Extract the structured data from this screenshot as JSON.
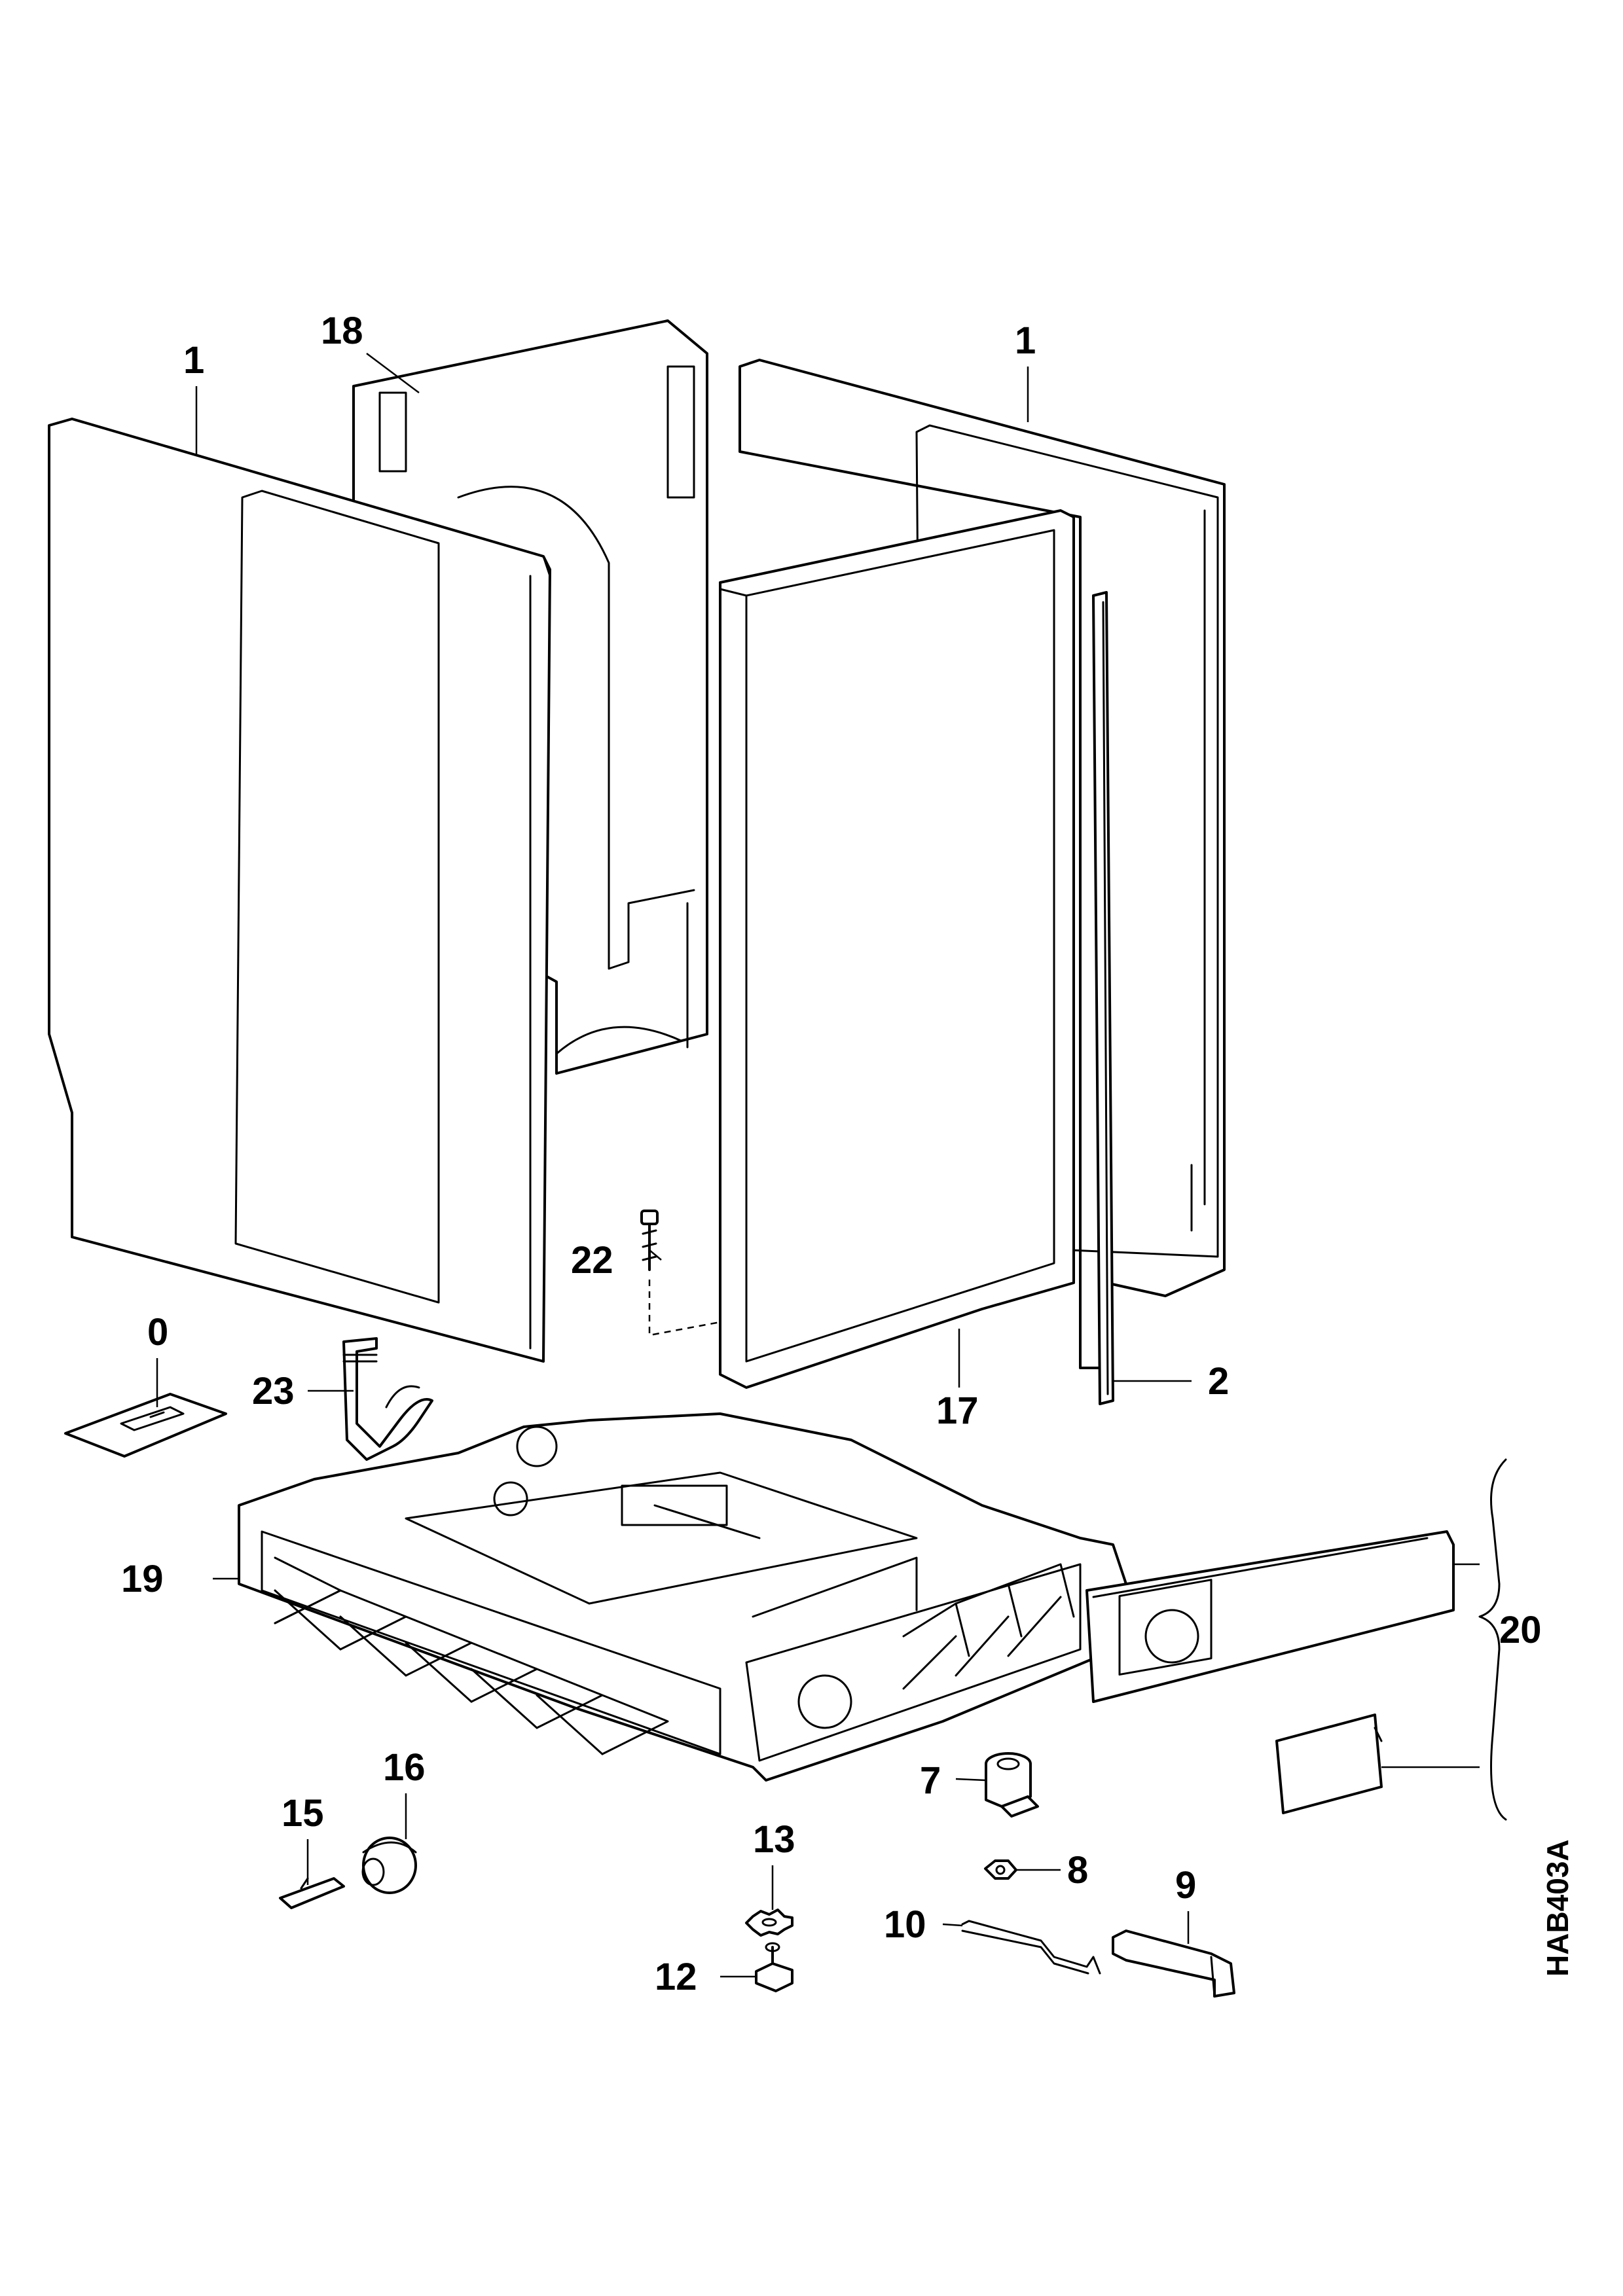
{
  "diagram": {
    "reference_code": "HAB403A",
    "callouts": {
      "panel_left": "1",
      "panel_right": "1",
      "back_panel": "18",
      "seal_strip": "2",
      "inner_panel": "17",
      "screw": "22",
      "label_plate": "0",
      "bracket": "23",
      "base_frame": "19",
      "plinth_assembly": "20",
      "spacer": "16",
      "clip": "15",
      "bushing": "7",
      "nut": "8",
      "washer": "13",
      "foot": "12",
      "rod": "10",
      "cover": "9"
    }
  }
}
